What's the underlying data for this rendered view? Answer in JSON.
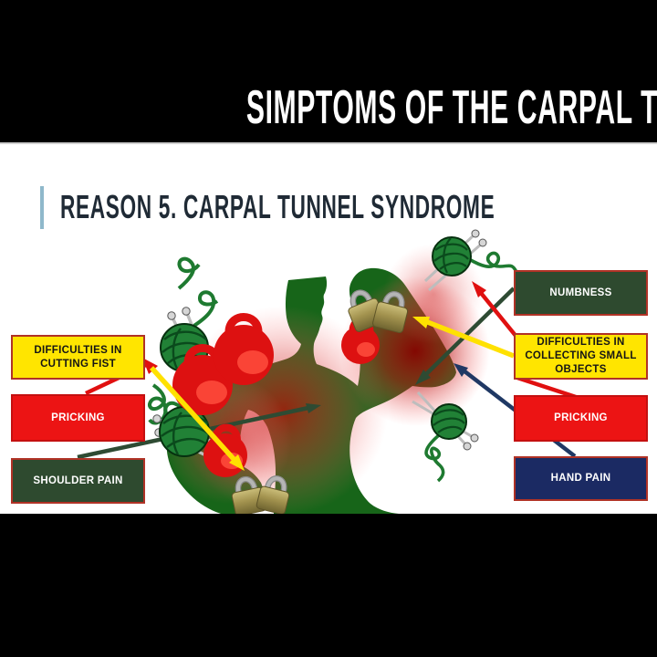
{
  "header": {
    "title": "SIMPTOMS OF THE CARPAL TUNNEL SYNDROME"
  },
  "slide": {
    "heading": "REASON 5. CARPAL TUNNEL SYNDROME"
  },
  "symptom_labels": {
    "left": [
      {
        "text": "DIFFICULTIES IN CUTTING FIST",
        "style": "yellow"
      },
      {
        "text": "PRICKING",
        "style": "red"
      },
      {
        "text": "SHOULDER PAIN",
        "style": "green"
      }
    ],
    "right": [
      {
        "text": "NUMBNESS",
        "style": "green"
      },
      {
        "text": "DIFFICULTIES IN COLLECTING SMALL OBJECTS",
        "style": "yellow"
      },
      {
        "text": "PRICKING",
        "style": "red"
      },
      {
        "text": "HAND PAIN",
        "style": "navy"
      }
    ]
  },
  "connectors": [
    {
      "color": "red",
      "side": "left",
      "from": "PRICKING",
      "points_to": "left shoulder label area"
    },
    {
      "color": "yellow",
      "side": "left",
      "from": "DIFFICULTIES IN CUTTING FIST",
      "points_to": "left fist"
    },
    {
      "color": "dark-green",
      "side": "left",
      "from": "SHOULDER PAIN",
      "points_to": "left shoulder"
    },
    {
      "color": "dark-green",
      "side": "right",
      "from": "NUMBNESS",
      "points_to": "right arm"
    },
    {
      "color": "red",
      "side": "right",
      "from": "DIFFICULTIES IN COLLECTING SMALL OBJECTS",
      "points_to": "raised fist"
    },
    {
      "color": "yellow",
      "side": "right",
      "from": "DIFFICULTIES IN COLLECTING SMALL OBJECTS",
      "points_to": "inner elbow"
    },
    {
      "color": "red",
      "side": "right",
      "from": "PRICKING",
      "points_to": "arm"
    },
    {
      "color": "navy",
      "side": "right",
      "from": "HAND PAIN",
      "points_to": "right wrist"
    }
  ],
  "decorations": [
    "body-silhouette",
    "pain-glow",
    "yarn-ball-with-knitting-needles",
    "kettlebell",
    "padlock"
  ],
  "colors": {
    "letterbox": "#000000",
    "slide_background": "#ffffff",
    "title_text": "#ffffff",
    "heading_text": "#1f2a35",
    "heading_accent": "#8fb8cb",
    "body_silhouette": "#176519",
    "pain_glow": "#b80000",
    "box_yellow": "#ffe500",
    "box_red": "#ec1414",
    "box_green": "#2e4a2f",
    "box_navy": "#1b2a63",
    "box_border": "#b03226",
    "arrow_red": "#e01010",
    "arrow_yellow": "#ffe100",
    "arrow_green": "#2e4b33",
    "arrow_navy": "#1f3864",
    "kettlebell": "#dd1111",
    "yarn": "#218136",
    "padlock_gold": "#a3934f"
  }
}
